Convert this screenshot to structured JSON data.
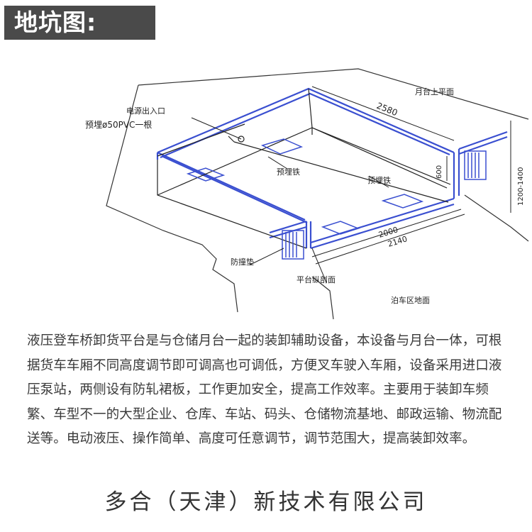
{
  "title": "地坑图:",
  "labels": {
    "platform_top_view": "月台上平面",
    "cable_entry": "电源出入口",
    "embedded_pipe": "预埋ø50PVC一根",
    "dim_2580": "2580",
    "dim_side_600": "600",
    "dim_height": "1200-1400",
    "embedded_iron_1": "预埋铁",
    "embedded_iron_2": "预埋铁",
    "dim_2000": "2000",
    "dim_2140": "2140",
    "bumper": "防撞垫",
    "platform_section": "平台纵剖面",
    "parking_area": "泊车区地面"
  },
  "description": "液压登车桥卸货平台是与仓储月台一起的装卸辅助设备，本设备与月台一体，可根据货车车厢不同高度调节即可调高也可调低，方便叉车驶入车厢，设备采用进口液压泵站，两侧设有防轧裙板，工作更加安全，提高工作效率。主要用于装卸车频繁、车型不一的大型企业、仓库、车站、码头、仓储物流基地、邮政运输、物流配送等。电动液压、操作简单、高度可任意调节，调节范围大，提高装卸效率。",
  "company": "多合（天津）新技术有限公司",
  "colors": {
    "title_bg": "#4a4a4a",
    "pit_outline": "#3a4fd0",
    "line": "#222222"
  }
}
